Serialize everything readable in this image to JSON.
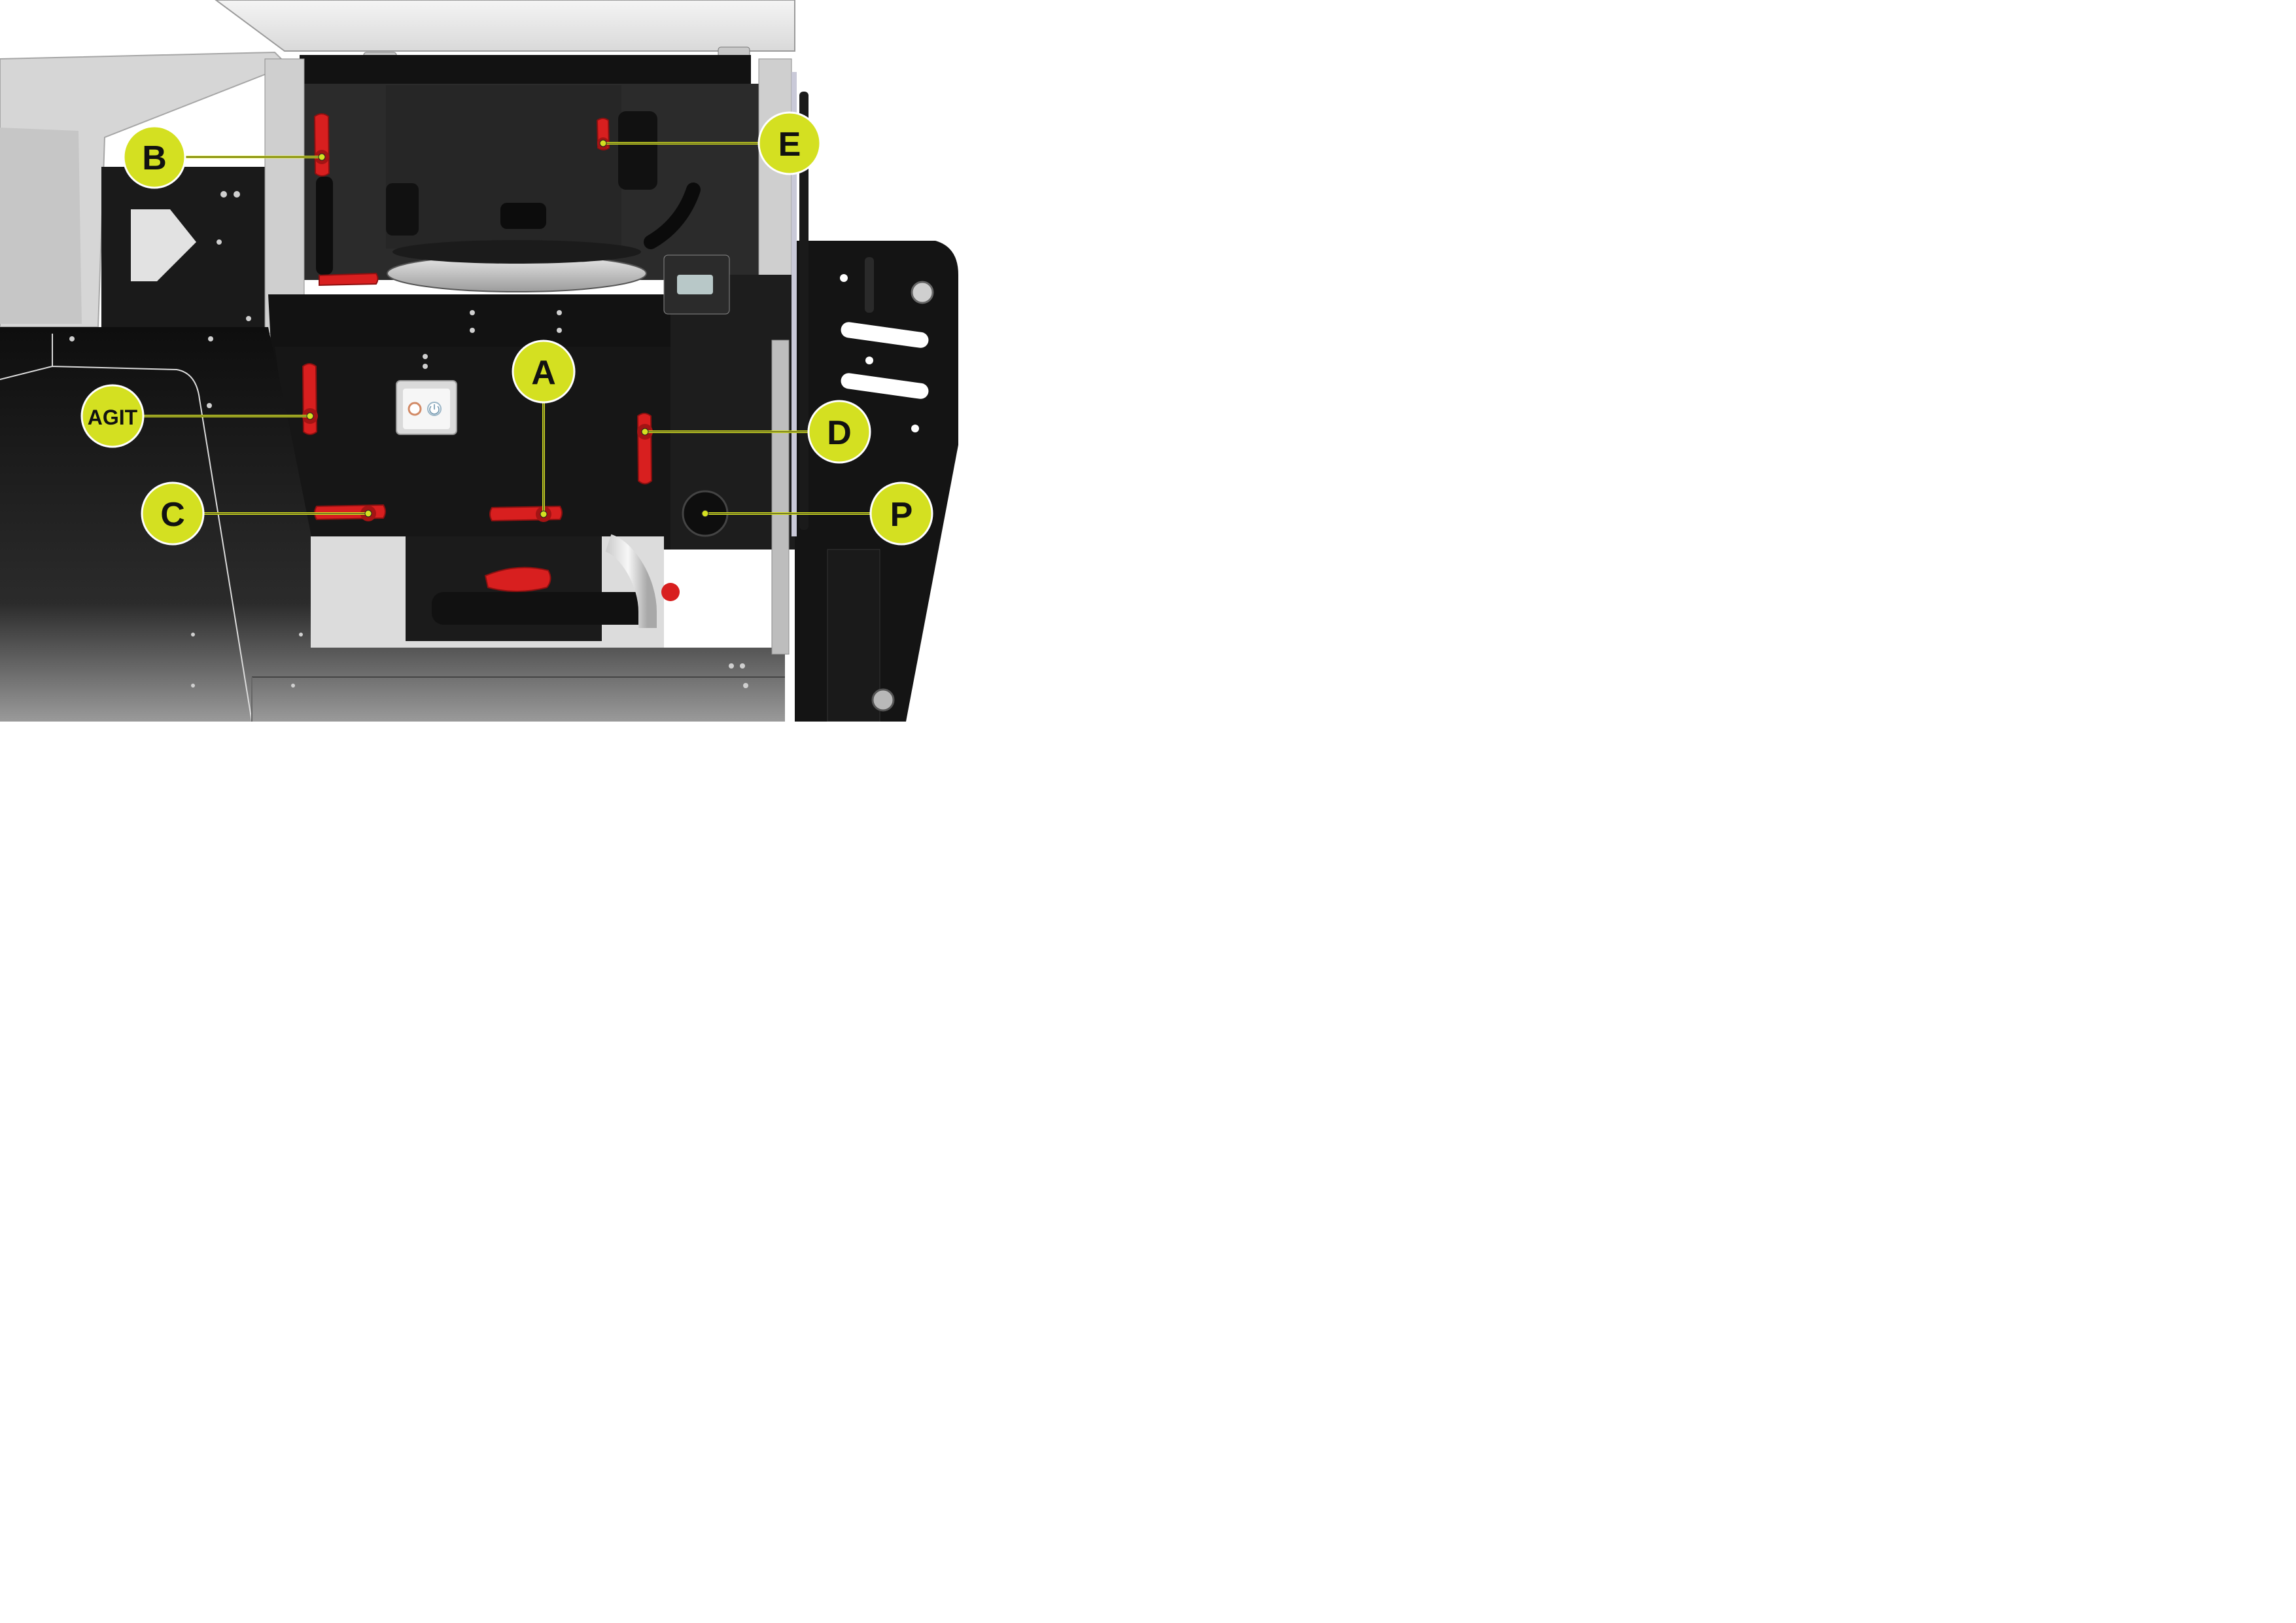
{
  "colors": {
    "callout_fill": "#d4e021",
    "callout_stroke": "#ffffff",
    "leader_line": "#d4e021",
    "valve_red": "#d81f1f",
    "frame_black": "#1a1a1a",
    "panel_black": "#111111",
    "steel": "#b9b9b9",
    "hood_white": "#ececec"
  },
  "callouts": [
    {
      "id": "A",
      "label": "A",
      "icon": "lever-valve-icon"
    },
    {
      "id": "B",
      "label": "B",
      "icon": "lever-valve-icon"
    },
    {
      "id": "C",
      "label": "C",
      "icon": "lever-valve-icon"
    },
    {
      "id": "D",
      "label": "D",
      "icon": "lever-valve-icon"
    },
    {
      "id": "E",
      "label": "E",
      "icon": "lever-valve-icon"
    },
    {
      "id": "P",
      "label": "P",
      "icon": "pressure-cap-icon"
    },
    {
      "id": "AGIT",
      "label": "AGIT",
      "icon": "lever-valve-icon"
    }
  ],
  "control_panel": {
    "icon": "power-switch-icon"
  }
}
